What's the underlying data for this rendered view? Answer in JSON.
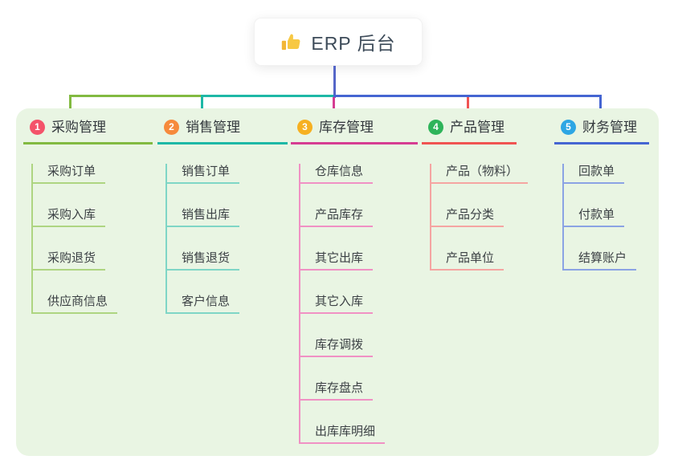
{
  "root": {
    "label": "ERP 后台",
    "icon": "thumbs-up-icon",
    "connector_color": "#5566c8"
  },
  "panel": {
    "background": "#e9f5e3"
  },
  "branches": [
    {
      "badge": "1",
      "label": "采购管理",
      "badge_color": "#f4536a",
      "line_color": "#82ba41",
      "child_line_color": "#aed581",
      "children": [
        "采购订单",
        "采购入库",
        "采购退货",
        "供应商信息"
      ]
    },
    {
      "badge": "2",
      "label": "销售管理",
      "badge_color": "#f68a3c",
      "line_color": "#1eb8a6",
      "child_line_color": "#7fd6c6",
      "children": [
        "销售订单",
        "销售出库",
        "销售退货",
        "客户信息"
      ]
    },
    {
      "badge": "3",
      "label": "库存管理",
      "badge_color": "#f6b021",
      "line_color": "#d63d92",
      "child_line_color": "#f091c4",
      "children": [
        "仓库信息",
        "产品库存",
        "其它出库",
        "其它入库",
        "库存调拨",
        "库存盘点",
        "出库库明细"
      ]
    },
    {
      "badge": "4",
      "label": "产品管理",
      "badge_color": "#2eb45a",
      "line_color": "#f05452",
      "child_line_color": "#f5a5a2",
      "children": [
        "产品（物料）",
        "产品分类",
        "产品单位"
      ]
    },
    {
      "badge": "5",
      "label": "财务管理",
      "badge_color": "#2da6e4",
      "line_color": "#4565d2",
      "child_line_color": "#8ba3e4",
      "children": [
        "回款单",
        "付款单",
        "结算账户"
      ]
    }
  ]
}
